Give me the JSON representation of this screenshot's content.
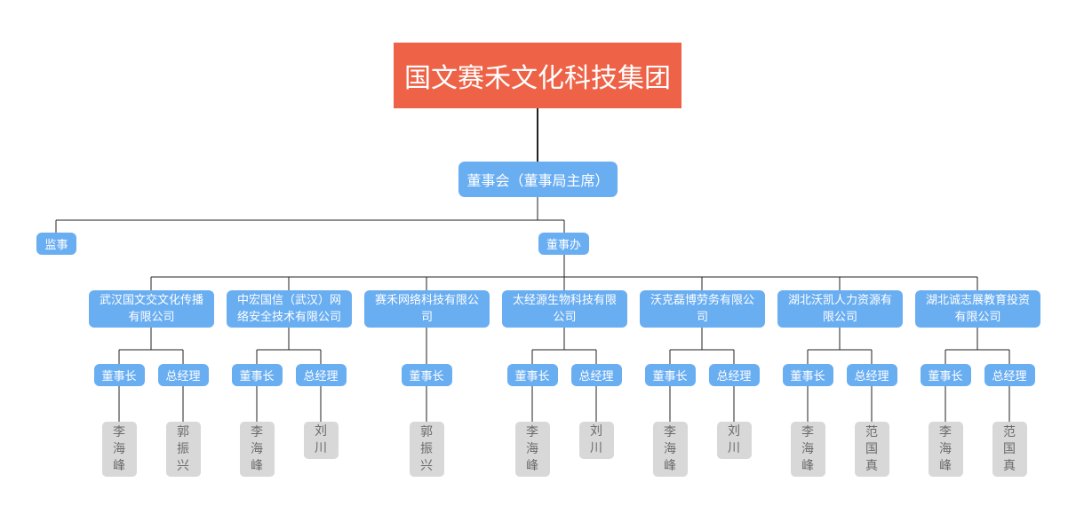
{
  "chart_data": {
    "type": "org-chart",
    "root": "国文赛禾文化科技集团",
    "board": "董事会（董事局主席）",
    "supervisor": "监事",
    "office": "董事办",
    "companies": [
      {
        "name": "武汉国文交文化传播有限公司",
        "roles": [
          {
            "title": "董事长",
            "person": "李海峰"
          },
          {
            "title": "总经理",
            "person": "郭振兴"
          }
        ]
      },
      {
        "name": "中宏国信（武汉）网络安全技术有限公司",
        "roles": [
          {
            "title": "董事长",
            "person": "李海峰"
          },
          {
            "title": "总经理",
            "person": "刘川"
          }
        ]
      },
      {
        "name": "赛禾网络科技有限公司",
        "roles": [
          {
            "title": "董事长",
            "person": "郭振兴"
          }
        ]
      },
      {
        "name": "太经源生物科技有限公司",
        "roles": [
          {
            "title": "董事长",
            "person": "李海峰"
          },
          {
            "title": "总经理",
            "person": "刘川"
          }
        ]
      },
      {
        "name": "沃克磊博劳务有限公司",
        "roles": [
          {
            "title": "董事长",
            "person": "李海峰"
          },
          {
            "title": "总经理",
            "person": "刘川"
          }
        ]
      },
      {
        "name": "湖北沃凯人力资源有限公司",
        "roles": [
          {
            "title": "董事长",
            "person": "李海峰"
          },
          {
            "title": "总经理",
            "person": "范国真"
          }
        ]
      },
      {
        "name": "湖北诚志展教育投资有限公司",
        "roles": [
          {
            "title": "董事长",
            "person": "李海峰"
          },
          {
            "title": "总经理",
            "person": "范国真"
          }
        ]
      }
    ]
  },
  "colors": {
    "root": "#ee6347",
    "node": "#6aaef2",
    "person": "#d8d8d8",
    "line": "#222222"
  }
}
